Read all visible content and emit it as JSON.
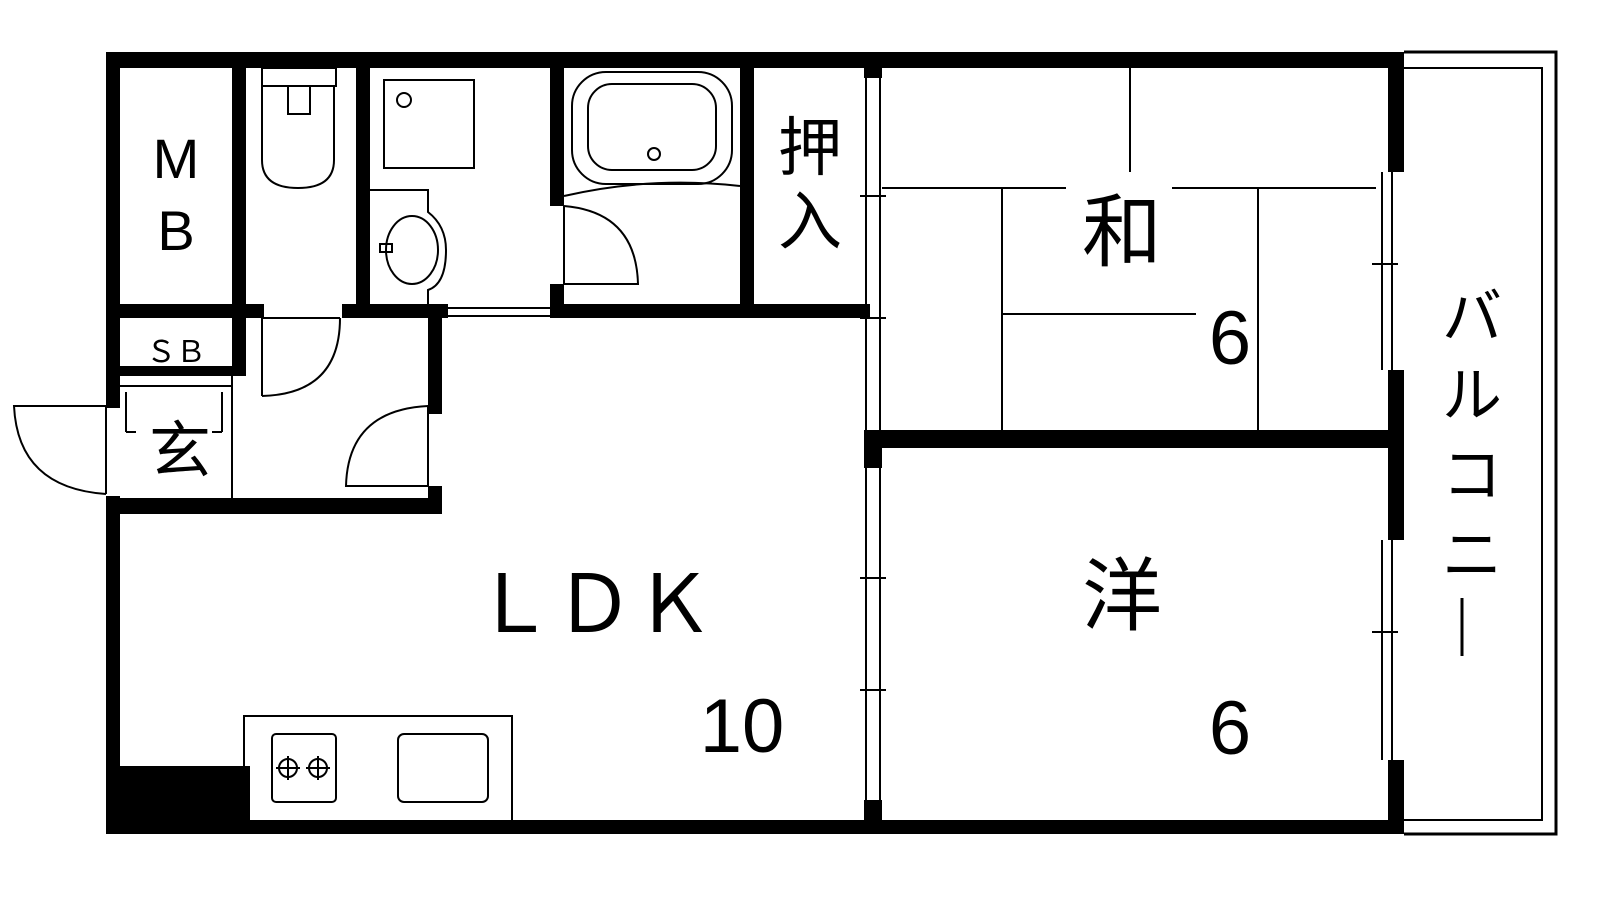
{
  "rooms": {
    "mb_line1": "M",
    "mb_line2": "B",
    "sb": "ＳＢ",
    "genkan": "玄",
    "oshiire_line1": "押",
    "oshiire_line2": "入",
    "washitsu": "和",
    "washitsu_size": "6",
    "yoshitsu": "洋",
    "yoshitsu_size": "6",
    "ldk": "ＬＤＫ",
    "ldk_size": "10",
    "balcony": [
      "バ",
      "ル",
      "コ",
      "ニ",
      "ー"
    ]
  },
  "colors": {
    "wall": "#000000",
    "background": "#ffffff"
  }
}
